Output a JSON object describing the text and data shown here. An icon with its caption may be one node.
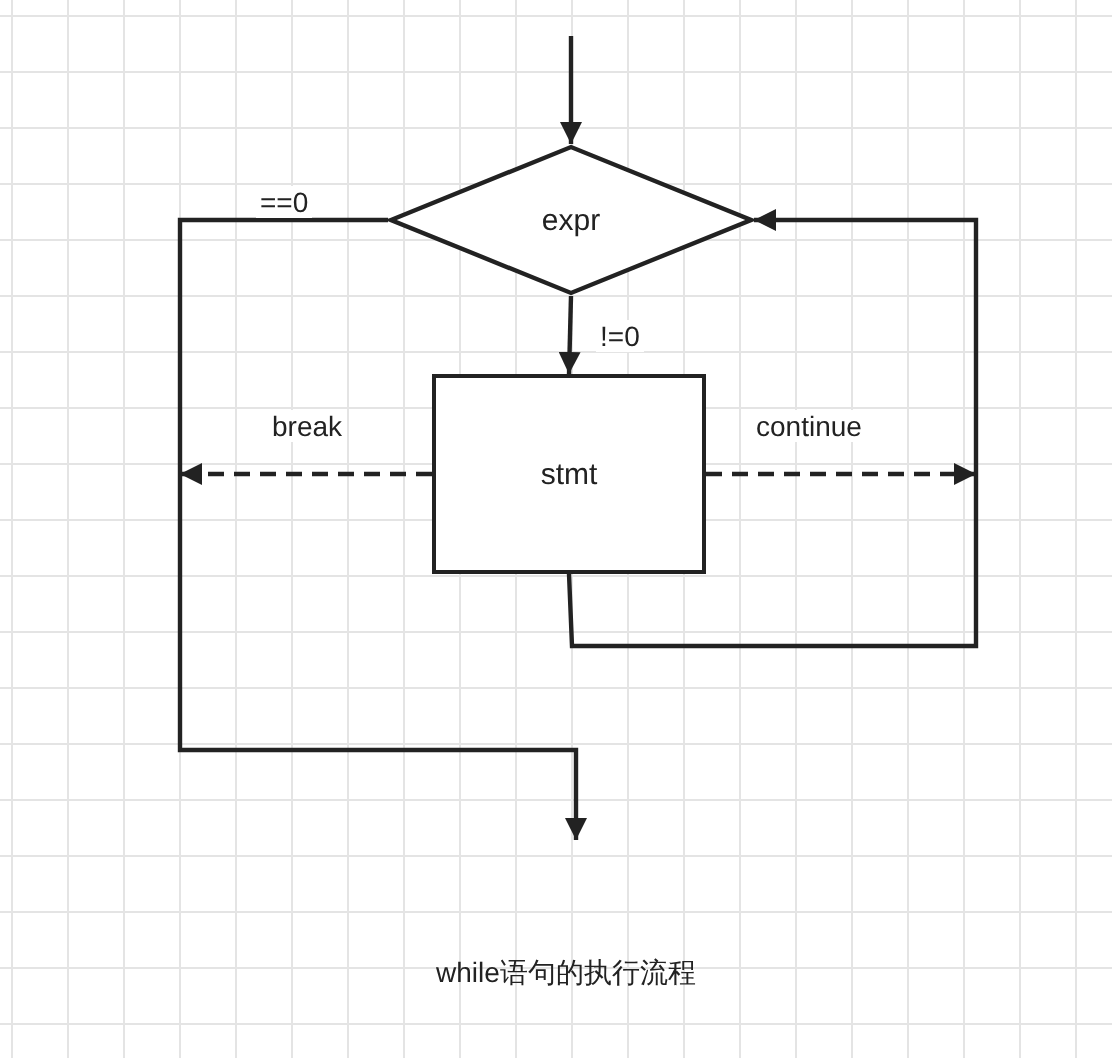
{
  "diagram": {
    "caption": "while语句的执行流程",
    "nodes": [
      {
        "text": [
          "expr"
        ]
      },
      {
        "text": [
          "stmt"
        ]
      }
    ],
    "edges": [
      {
        "from": null,
        "to": 0,
        "arrow": "to"
      },
      {
        "from": 0,
        "to": 1,
        "arrow": "to",
        "label": "!=0"
      },
      {
        "from": 0,
        "to": null,
        "arrow": "to",
        "label": "==0"
      },
      {
        "from": 1,
        "to": null,
        "arrow": "to",
        "label": "break",
        "style": "dashed"
      },
      {
        "from": 1,
        "to": null,
        "arrow": "to",
        "label": "continue",
        "style": "dashed"
      },
      {
        "from": 1,
        "to": 0,
        "arrow": "to"
      }
    ]
  }
}
